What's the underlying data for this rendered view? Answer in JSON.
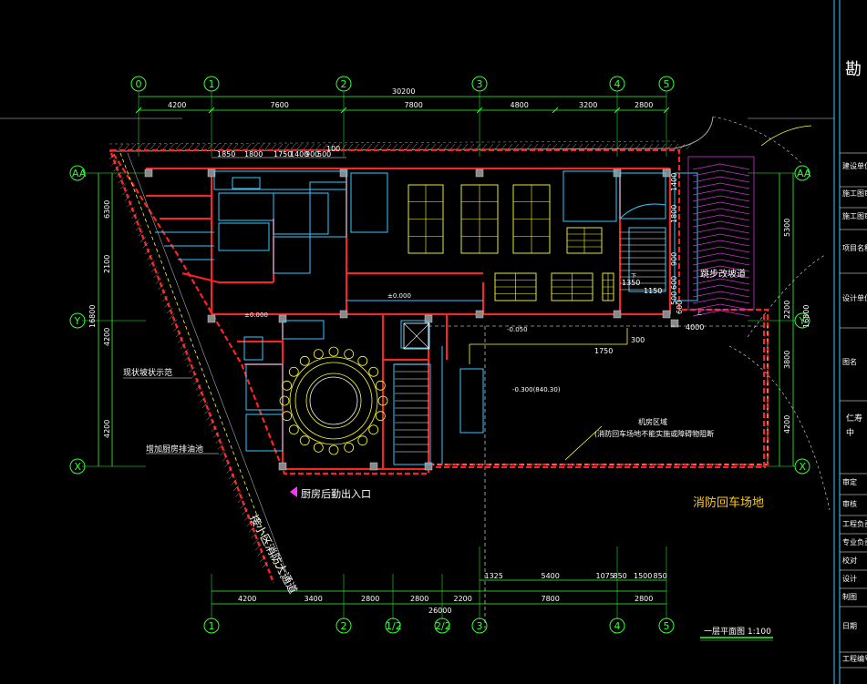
{
  "drawing": {
    "axes_top": [
      "0",
      "1",
      "2",
      "3",
      "4",
      "5"
    ],
    "axes_bottom": [
      "1",
      "2",
      "1/2",
      "2/2",
      "3",
      "4",
      "5"
    ],
    "axes_left": [
      "AA",
      "Y",
      "X"
    ],
    "axes_right": [
      "AA",
      "Y",
      "X"
    ],
    "top_total": "30200",
    "top_dims": [
      "4200",
      "7600",
      "7800",
      "4800",
      "3200",
      "2800"
    ],
    "sub_dims": [
      "1850",
      "1800",
      "1750",
      "1400",
      "900",
      "500",
      "100"
    ],
    "left_dims": [
      "6300",
      "2100",
      "4200",
      "4200"
    ],
    "left_total": "16800",
    "right_dims": [
      "5300",
      "2200",
      "3800",
      "4200"
    ],
    "right_total": "16800",
    "bottom_total": "26000",
    "bottom_dims": [
      "4200",
      "3400",
      "2800",
      "2800",
      "2200",
      "7800",
      "2800"
    ],
    "bottom_upper_dims": [
      "1325",
      "5400",
      "1075",
      "850",
      "1500",
      "850"
    ],
    "level_labels": [
      "±0.000",
      "±0.000",
      "-0.050",
      "-0.300(840.30)"
    ],
    "stair_dims": [
      "1400",
      "1800",
      "1350",
      "1150",
      "900",
      "600",
      "500",
      "1750",
      "4000",
      "1750",
      "600",
      "300"
    ],
    "labels": {
      "fire_area": "消防回车场地",
      "fire_note_1": "机房区域",
      "fire_note_2": "(消防回车场地不能实施或障碍物阻断",
      "kitchen_entry": "厨房后勤出入口",
      "existing_slope": "现状坡状示范",
      "retaining_wall": "增加厨房排油池",
      "fire_road": "接小区消防大通道",
      "ramp": "跳步改坡道",
      "scale_title": "一层平面图 1:100",
      "down_mark": "下",
      "up_mark": "上"
    },
    "title_block": {
      "company": "勘",
      "rows": [
        "建设单位",
        "施工图审查",
        "施工图审查",
        "项目名称",
        "设计单位",
        "图名",
        "审定",
        "审核",
        "工程负责人",
        "专业负责人",
        "校对",
        "设计",
        "制图",
        "日期",
        "工程编号"
      ],
      "area_note": "仁寿",
      "area_note_2": "中"
    },
    "colors": {
      "background": "#000000",
      "wall": "#ff0000",
      "axis": "#33ff33",
      "dimension": "#ffffff",
      "furniture": "#ffff33",
      "ramp": "#cc33cc",
      "annotation": "#ffcc00"
    }
  }
}
